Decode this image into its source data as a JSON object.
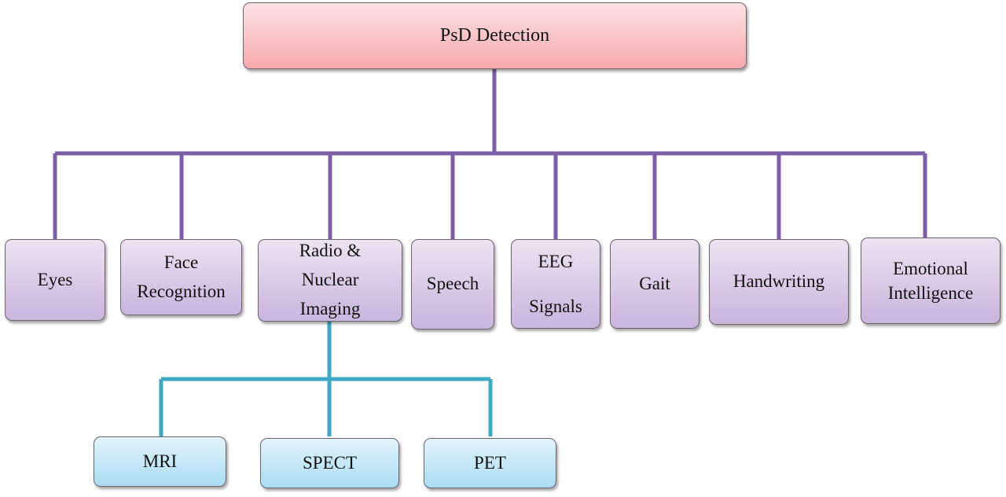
{
  "diagram": {
    "root": {
      "label": "PsD Detection",
      "color": "#f7a9ad"
    },
    "categories": [
      {
        "id": "eyes",
        "label": "Eyes"
      },
      {
        "id": "face",
        "label": "Face\nRecognition"
      },
      {
        "id": "radio",
        "label": "Radio &\nNuclear\nImaging"
      },
      {
        "id": "speech",
        "label": "Speech"
      },
      {
        "id": "eeg",
        "label": "EEG\nSignals"
      },
      {
        "id": "gait",
        "label": "Gait"
      },
      {
        "id": "handwriting",
        "label": "Handwriting"
      },
      {
        "id": "emotional",
        "label": "Emotional\nIntelligence"
      }
    ],
    "imaging_children": [
      {
        "id": "mri",
        "label": "MRI"
      },
      {
        "id": "spect",
        "label": "SPECT"
      },
      {
        "id": "pet",
        "label": "PET"
      }
    ],
    "colors": {
      "level1_connector": "#7b5ea7",
      "level2_connector": "#3fa9c5",
      "level1_fill": "#c9b5dd",
      "level2_fill": "#aadcf3"
    }
  }
}
